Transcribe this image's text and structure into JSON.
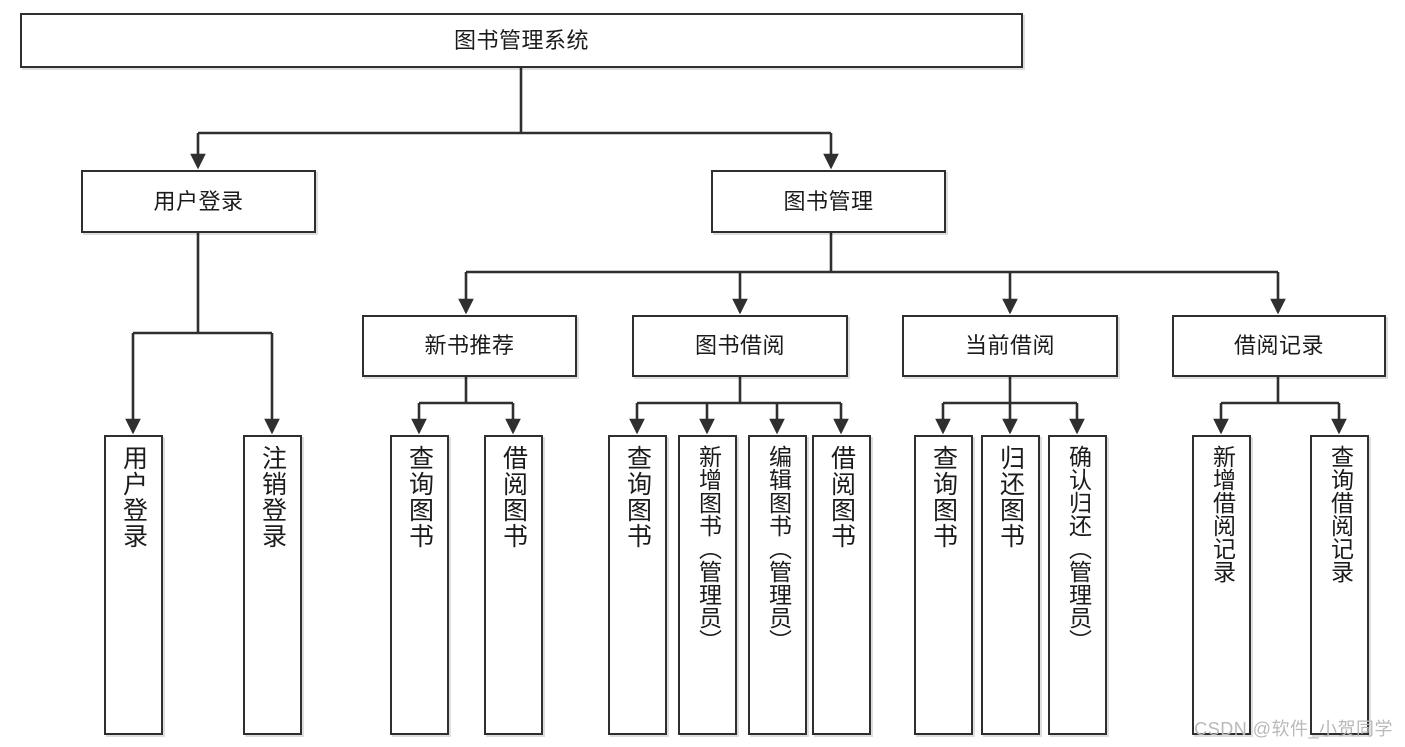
{
  "diagram": {
    "title": "图书管理系统",
    "type": "hierarchy-tree",
    "watermark": "CSDN @软件_小贺同学",
    "colors": {
      "stroke": "#2f2f2f",
      "box_fill": "#ffffff",
      "text": "#1b1b1b",
      "watermark": "#b9b9b9"
    },
    "root": {
      "label": "图书管理系统"
    },
    "level2": [
      {
        "label": "用户登录"
      },
      {
        "label": "图书管理"
      }
    ],
    "level3": [
      {
        "label": "新书推荐"
      },
      {
        "label": "图书借阅"
      },
      {
        "label": "当前借阅"
      },
      {
        "label": "借阅记录"
      }
    ],
    "leaves": {
      "user_login": [
        {
          "label": "用户登录"
        },
        {
          "label": "注销登录"
        }
      ],
      "new_book_recommend": [
        {
          "label": "查询图书"
        },
        {
          "label": "借阅图书"
        }
      ],
      "book_borrow": [
        {
          "label": "查询图书"
        },
        {
          "label": "新增图书（管理员）"
        },
        {
          "label": "编辑图书（管理员）"
        },
        {
          "label": "借阅图书"
        }
      ],
      "current_borrow": [
        {
          "label": "查询图书"
        },
        {
          "label": "归还图书"
        },
        {
          "label": "确认归还（管理员）"
        }
      ],
      "borrow_record": [
        {
          "label": "新增借阅记录"
        },
        {
          "label": "查询借阅记录"
        }
      ]
    }
  }
}
